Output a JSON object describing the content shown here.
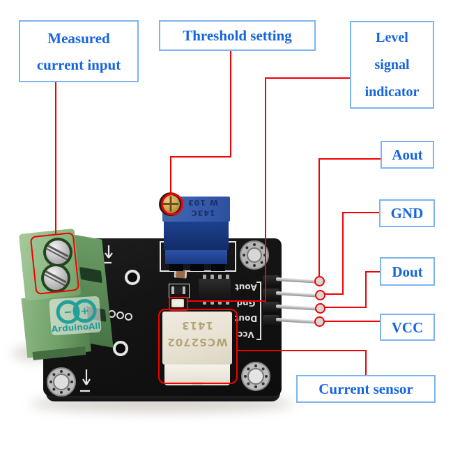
{
  "annotations": {
    "measured_current_input": {
      "line1": "Measured",
      "line2": "current input"
    },
    "threshold_setting": "Threshold setting",
    "level_signal_indicator": {
      "line1": "Level",
      "line2": "signal",
      "line3": "indicator"
    },
    "aout": "Aout",
    "gnd": "GND",
    "dout": "Dout",
    "vcc": "VCC",
    "current_sensor": "Current sensor"
  },
  "board": {
    "silkscreen_pin_labels": [
      "Aout",
      "Gnd",
      "Dout",
      "Vcc"
    ],
    "trimpot_markings": [
      "W 103",
      "143C"
    ],
    "sensor_markings": [
      "WCS2702",
      "1413"
    ],
    "watermark": {
      "text": "ArduinoAll",
      "minus": "−",
      "plus": "+"
    }
  },
  "colors": {
    "annotation_red": "#f40000",
    "label_text_blue": "#1565e0",
    "label_border_blue": "#7db4ee",
    "pcb_black": "#141414",
    "terminal_green": "#6fa067",
    "trimpot_blue": "#2d4f9e",
    "sensor_cream": "#ece6d8",
    "watermark_teal": "#21a09a"
  }
}
